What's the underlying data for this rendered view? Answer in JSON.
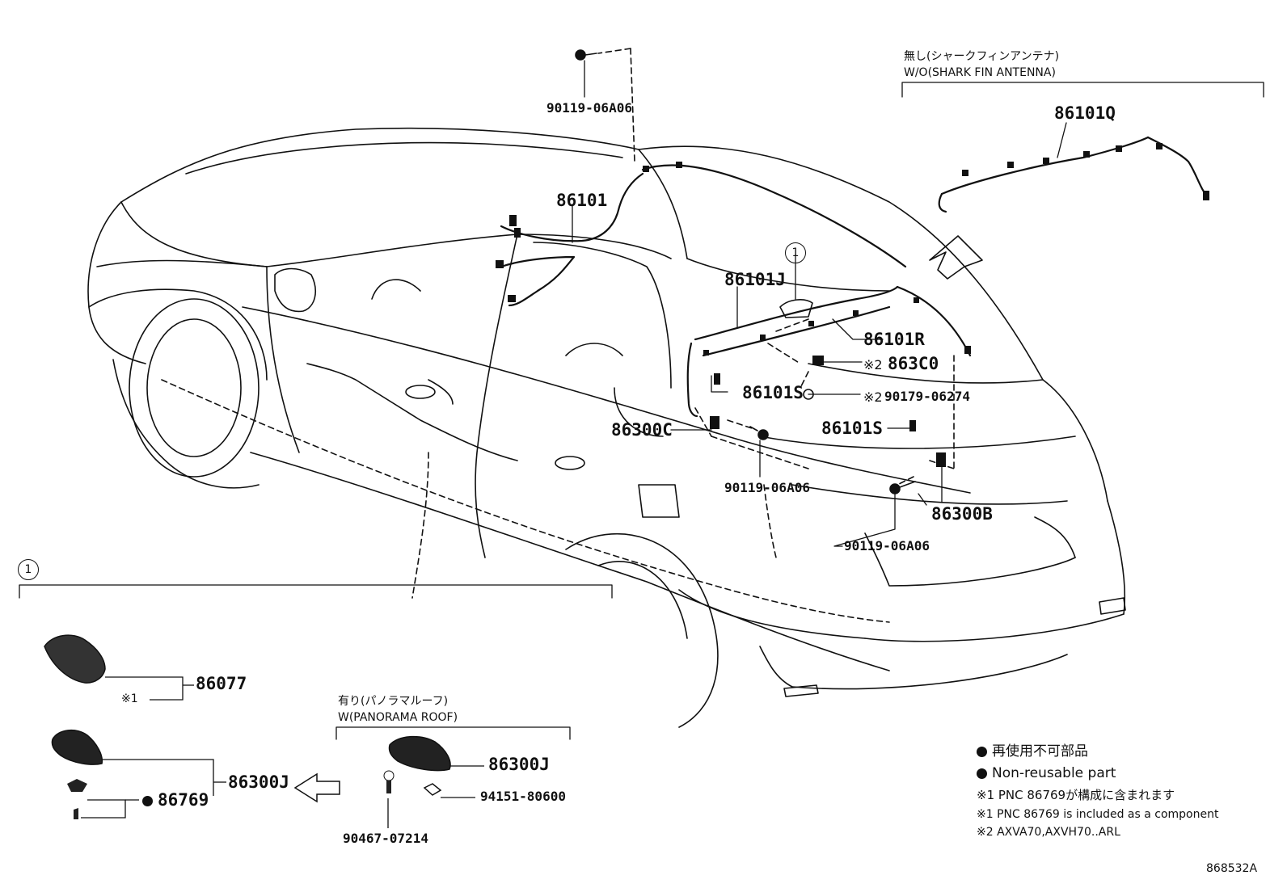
{
  "headers": {
    "shark_fin_jp": "無し(シャークフィンアンテナ)",
    "shark_fin_en": "W/O(SHARK FIN ANTENNA)",
    "panorama_jp": "有り(パノラマルーフ)",
    "panorama_en": "W(PANORAMA ROOF)"
  },
  "callouts": {
    "c1_label": "1",
    "c1_box_label": "1"
  },
  "parts": {
    "p_90119_top": "90119-06A06",
    "p_86101": "86101",
    "p_86101Q": "86101Q",
    "p_86101J": "86101J",
    "p_86101R": "86101R",
    "p_863C0": "863C0",
    "p_863C0_mark": "※2",
    "p_90179": "90179-06274",
    "p_90179_mark": "※2",
    "p_86101S_a": "86101S",
    "p_86101S_b": "86101S",
    "p_86300C": "86300C",
    "p_90119_mid": "90119-06A06",
    "p_86300B": "86300B",
    "p_90119_low": "90119-06A06",
    "p_86077": "86077",
    "p_86077_mark": "※1",
    "p_86300J_left": "86300J",
    "p_86769": "86769",
    "p_86300J_right": "86300J",
    "p_94151": "94151-80600",
    "p_90467": "90467-07214"
  },
  "legend": {
    "nonreusable_jp": "再使用不可部品",
    "nonreusable_en": "Non-reusable part",
    "note1_jp": "※1 PNC 86769が構成に含まれます",
    "note1_en": "※1 PNC 86769 is included as a component",
    "note2": "※2 AXVA70,AXVH70..ARL"
  },
  "diagram_id": "868532A",
  "colors": {
    "line": "#111111",
    "background": "#ffffff"
  }
}
